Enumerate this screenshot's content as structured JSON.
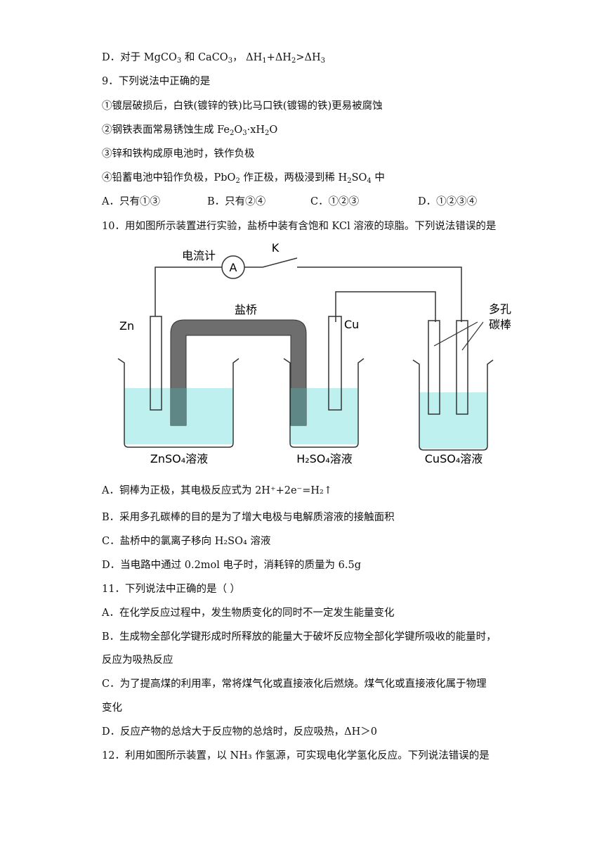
{
  "q8": {
    "opt_d_prefix": "D．对于 MgCO",
    "opt_d_mid": " 和 CaCO",
    "opt_d_tail": "，  ΔH",
    "opt_d_p2": "+ΔH",
    "opt_d_p3": ">ΔH"
  },
  "q9": {
    "stem": "9．下列说法中正确的是",
    "s1": "①镀层破损后，白铁(镀锌的铁)比马口铁(镀锡的铁)更易被腐蚀",
    "s2_a": "②钢铁表面常易锈蚀生成 Fe",
    "s2_b": "O",
    "s2_c": "·xH",
    "s2_d": "O",
    "s3": "③锌和铁构成原电池时，铁作负极",
    "s4_a": "④铅蓄电池中铅作负极，PbO",
    "s4_b": " 作正极，两极浸到稀 H",
    "s4_c": "SO",
    "s4_d": " 中",
    "options": [
      "A．只有①③",
      "B．只有②④",
      "C．①②③",
      "D．①②③④"
    ]
  },
  "q10": {
    "stem": "10．用如图所示装置进行实验，盐桥中装有含饱和 KCl 溶液的琼脂。下列说法错误的是",
    "figure": {
      "ammeter_label": "电流计",
      "ammeter_symbol": "A",
      "switch_label": "K",
      "salt_bridge": "盐桥",
      "zn": "Zn",
      "cu": "Cu",
      "carbon_1": "多孔",
      "carbon_2": "碳棒",
      "beaker1": "ZnSO₄溶液",
      "beaker2": "H₂SO₄溶液",
      "beaker3": "CuSO₄溶液"
    },
    "opt_a": "A．铜棒为正极，其电极反应式为 2H⁺+2e⁻=H₂↑",
    "opt_b": "B．采用多孔碳棒的目的是为了增大电极与电解质溶液的接触面积",
    "opt_c": "C．盐桥中的氯离子移向 H₂SO₄ 溶液",
    "opt_d": "D．当电路中通过 0.2mol 电子时，消耗锌的质量为 6.5g"
  },
  "q11": {
    "stem": "11．下列说法中正确的是（  ）",
    "opt_a": "A．在化学反应过程中，发生物质变化的同时不一定发生能量变化",
    "opt_b1": "B．生成物全部化学键形成时所释放的能量大于破坏反应物全部化学键所吸收的能量时，",
    "opt_b2": "反应为吸热反应",
    "opt_c1": "C．为了提高煤的利用率，常将煤气化或直接液化后燃烧。煤气化或直接液化属于物理",
    "opt_c2": "变化",
    "opt_d": "D．反应产物的总焓大于反应物的总焓时，反应吸热，ΔH＞0"
  },
  "q12": {
    "stem": "12．利用如图所示装置，以 NH₃ 作氢源，可实现电化学氢化反应。下列说法错误的是"
  },
  "colors": {
    "solution": "#bff0f0",
    "salt_bridge": "#6e6e6e",
    "line": "#333333"
  }
}
